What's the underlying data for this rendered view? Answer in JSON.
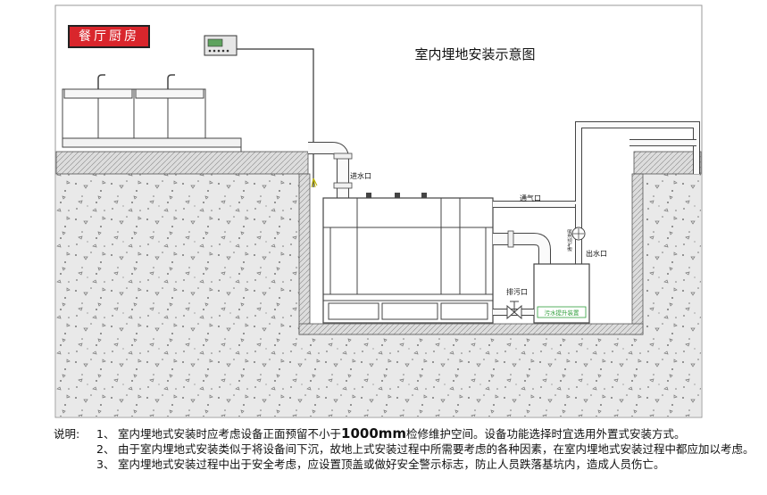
{
  "room_label": "餐厅厨房",
  "title": "室内埋地安装示意图",
  "labels": {
    "inlet": "进水口",
    "vent": "通气口",
    "outlet": "出水口",
    "drain": "排污口",
    "device": "污水提升装置",
    "check_valve": "通气溢流阀"
  },
  "notes": {
    "prefix": "说明:",
    "items": [
      {
        "num": "1、",
        "text_a": "室内埋地式安装时应考虑设备正面预留不小于",
        "text_mm": "1000mm",
        "text_b": "检修维护空间。设备功能选择时宜选用外置式安装方式。"
      },
      {
        "num": "2、",
        "text": "由于室内埋地式安装类似于将设备间下沉，故地上式安装过程中所需要考虑的各种因素，在室内埋地式安装过程中都应加以考虑。"
      },
      {
        "num": "3、",
        "text": "室内埋地式安装过程中出于安全考虑，应设置顶盖或做好安全警示标志，防止人员跌落基坑内，造成人员伤亡。"
      }
    ]
  },
  "colors": {
    "accent_red": "#d9262c",
    "device_green": "#2e9e3a",
    "line": "#333333"
  }
}
